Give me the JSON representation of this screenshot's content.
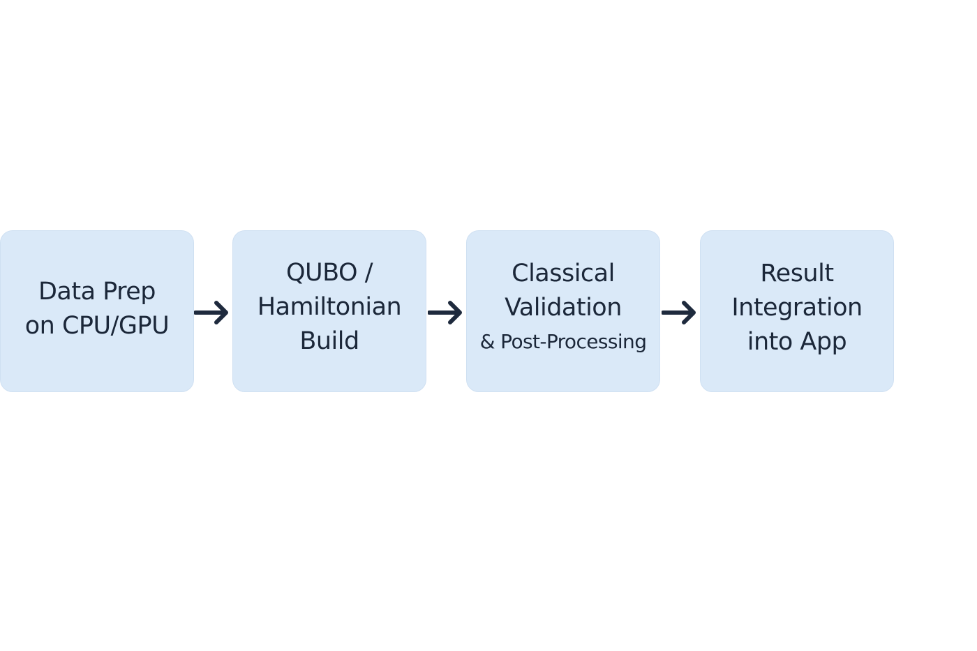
{
  "steps": [
    {
      "lines": [
        "Data Prep",
        "on CPU/GPU"
      ]
    },
    {
      "lines": [
        "QUBO /",
        "Hamiltonian",
        "Build"
      ]
    },
    {
      "lines": [
        "Classical",
        "Validation",
        "& Post-Processing"
      ]
    },
    {
      "lines": [
        "Result",
        "Integration",
        "into App"
      ]
    }
  ],
  "colors": {
    "box_fill": "#dae9f8",
    "text": "#1b2739",
    "arrow": "#1e2a3d",
    "background": "#ffffff"
  },
  "icons": [
    "arrow-right-icon"
  ]
}
